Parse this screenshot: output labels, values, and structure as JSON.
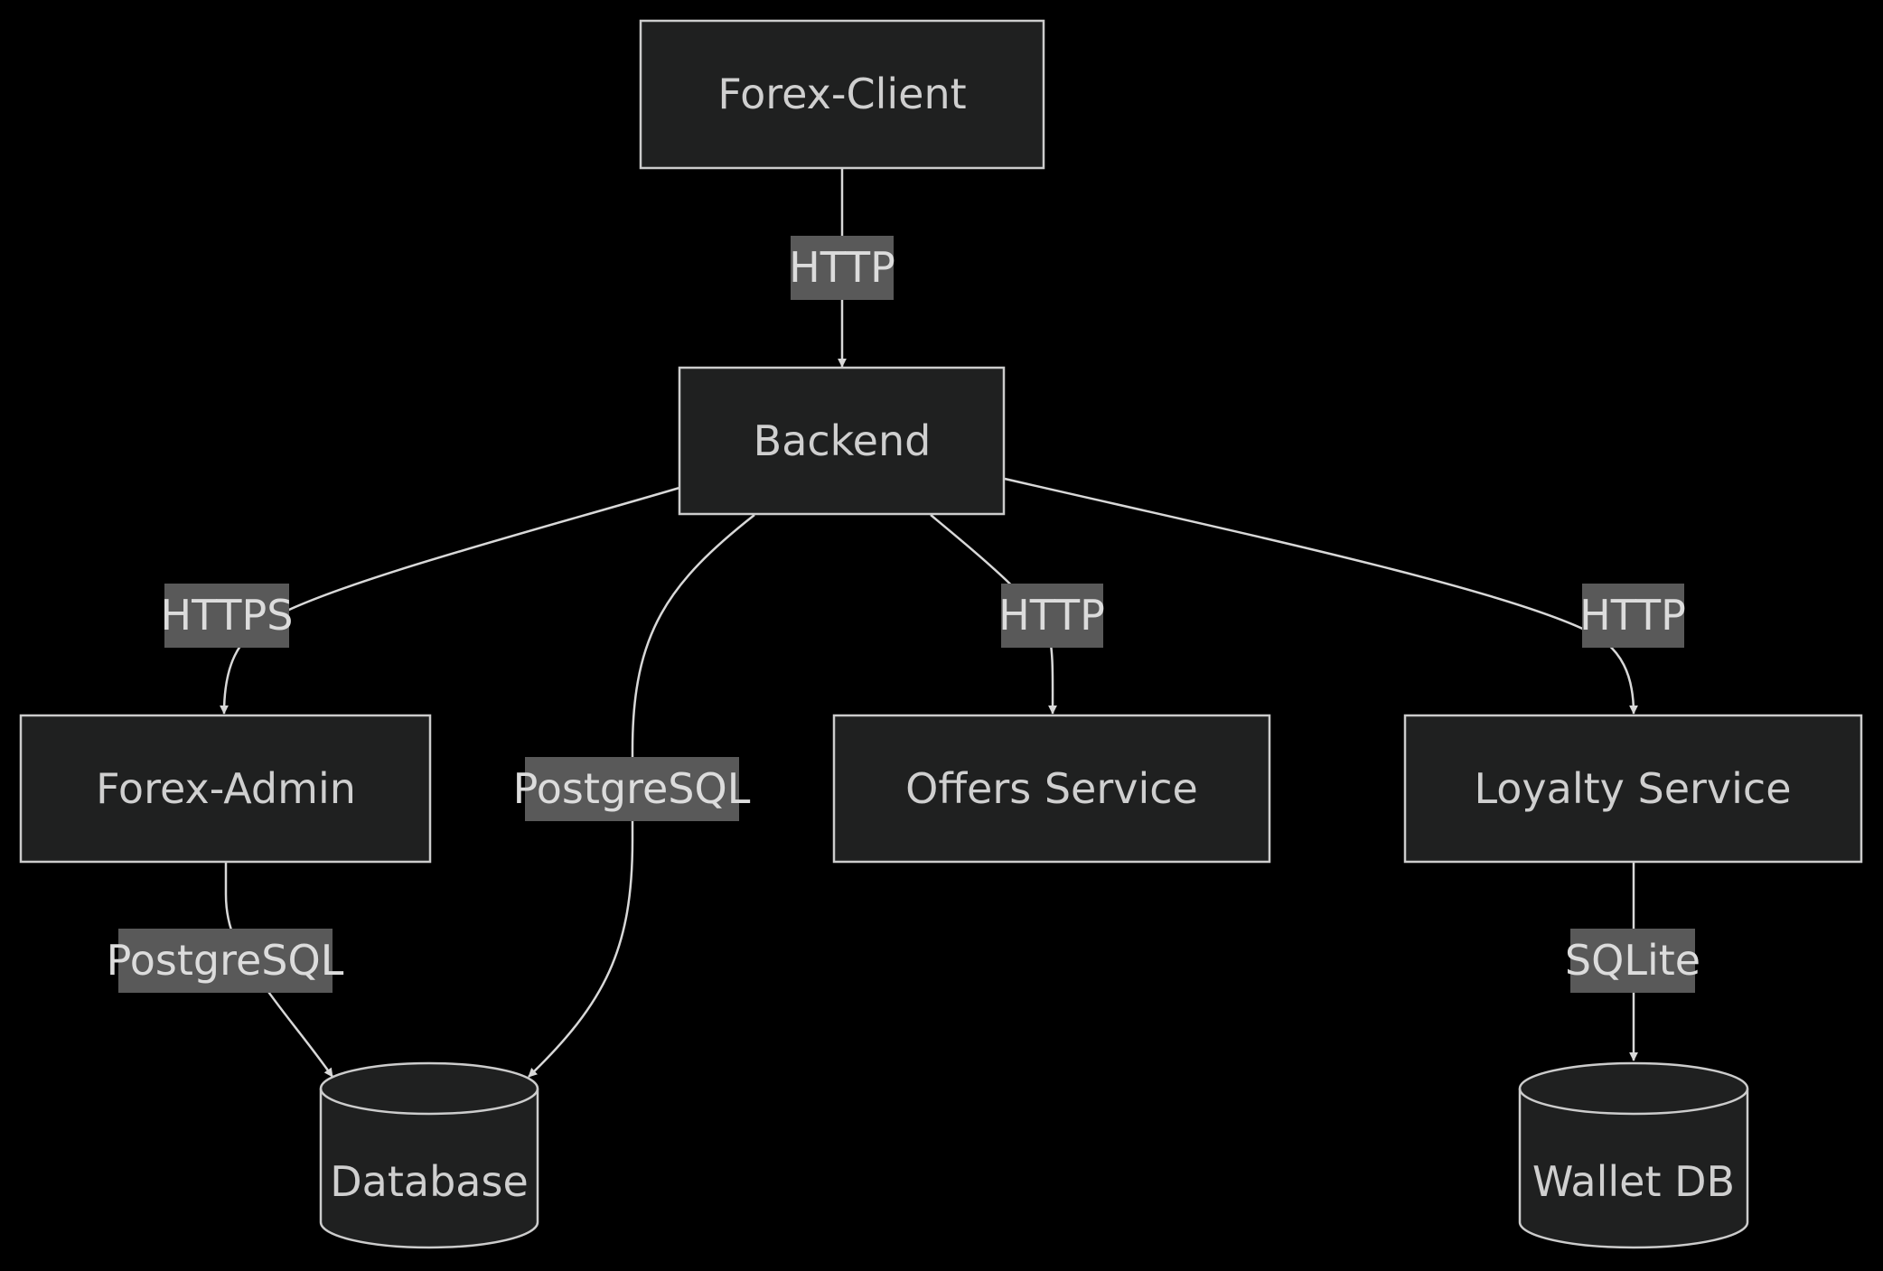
{
  "diagram": {
    "colors": {
      "background": "#000000",
      "node_fill": "#1f2020",
      "node_stroke": "#cccccc",
      "edge": "#d8d8d8",
      "label_bg": "#595959",
      "text": "#cfcfcf"
    },
    "nodes": {
      "forex_client": "Forex-Client",
      "backend": "Backend",
      "forex_admin": "Forex-Admin",
      "offers_service": "Offers Service",
      "loyalty_service": "Loyalty Service",
      "database": "Database",
      "wallet_db": "Wallet DB"
    },
    "edges": [
      {
        "from": "Forex-Client",
        "to": "Backend",
        "label": "HTTP"
      },
      {
        "from": "Backend",
        "to": "Forex-Admin",
        "label": "HTTPS"
      },
      {
        "from": "Backend",
        "to": "Database",
        "label": "PostgreSQL"
      },
      {
        "from": "Backend",
        "to": "Offers Service",
        "label": "HTTP"
      },
      {
        "from": "Backend",
        "to": "Loyalty Service",
        "label": "HTTP"
      },
      {
        "from": "Forex-Admin",
        "to": "Database",
        "label": "PostgreSQL"
      },
      {
        "from": "Loyalty Service",
        "to": "Wallet DB",
        "label": "SQLite"
      }
    ]
  }
}
